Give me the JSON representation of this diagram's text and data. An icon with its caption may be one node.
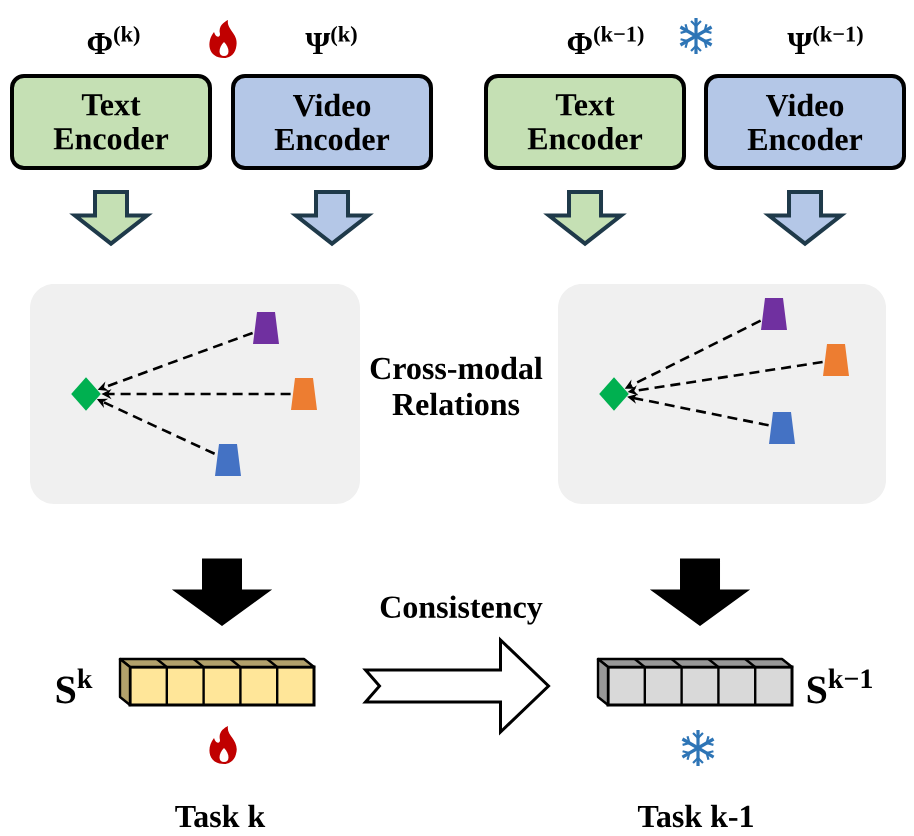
{
  "diagram": {
    "nodes": [
      {
        "text": [
          "Text Encoder"
        ],
        "beside": [
          "Φ$^{(k)}$"
        ]
      },
      {
        "text": [
          "Video Encoder"
        ],
        "beside": [
          "Ψ$^{(k)}$"
        ]
      },
      {
        "text": [
          "Text Encoder"
        ],
        "beside": [
          "Φ$^{(k−1)}$"
        ]
      },
      {
        "text": [
          "Video Encoder"
        ],
        "beside": [
          "Ψ$^{(k−1)}$"
        ]
      },
      {
        "text": [],
        "shape": "box"
      },
      {
        "text": [],
        "shape": "diamond",
        "in": 4
      },
      {
        "text": [],
        "shape": "trapezoid",
        "in": 4
      },
      {
        "text": [],
        "shape": "trapezoid",
        "in": 4
      },
      {
        "text": [],
        "shape": "trapezoid",
        "in": 4
      },
      {
        "text": [],
        "shape": "box"
      },
      {
        "text": [],
        "shape": "diamond",
        "in": 9
      },
      {
        "text": [],
        "shape": "trapezoid",
        "in": 9
      },
      {
        "text": [],
        "shape": "trapezoid",
        "in": 9
      },
      {
        "text": [],
        "shape": "trapezoid",
        "in": 9
      },
      {
        "text": [],
        "shape": "bar",
        "beside": [
          "S$^{k}$",
          "Task k"
        ]
      },
      {
        "text": [],
        "shape": "bar",
        "beside": [
          "S$^{k−1}$",
          "Task k-1"
        ]
      }
    ],
    "edges": [
      {
        "from": 0,
        "to": 4,
        "arrow": "to"
      },
      {
        "from": 1,
        "to": 4,
        "arrow": "to"
      },
      {
        "from": 2,
        "to": 9,
        "arrow": "to"
      },
      {
        "from": 3,
        "to": 9,
        "arrow": "to"
      },
      {
        "from": 6,
        "to": 5,
        "arrow": "to",
        "style": "dashed"
      },
      {
        "from": 7,
        "to": 5,
        "arrow": "to",
        "style": "dashed"
      },
      {
        "from": 8,
        "to": 5,
        "arrow": "to",
        "style": "dashed"
      },
      {
        "from": 11,
        "to": 10,
        "arrow": "to",
        "style": "dashed"
      },
      {
        "from": 12,
        "to": 10,
        "arrow": "to",
        "style": "dashed"
      },
      {
        "from": 13,
        "to": 10,
        "arrow": "to",
        "style": "dashed"
      },
      {
        "from": 4,
        "to": 14,
        "arrow": "to"
      },
      {
        "from": 9,
        "to": 15,
        "arrow": "to"
      },
      {
        "from": 14,
        "to": 15,
        "arrow": "to",
        "label": "Consistency"
      }
    ],
    "labels": [
      "Cross-modal Relations"
    ]
  }
}
